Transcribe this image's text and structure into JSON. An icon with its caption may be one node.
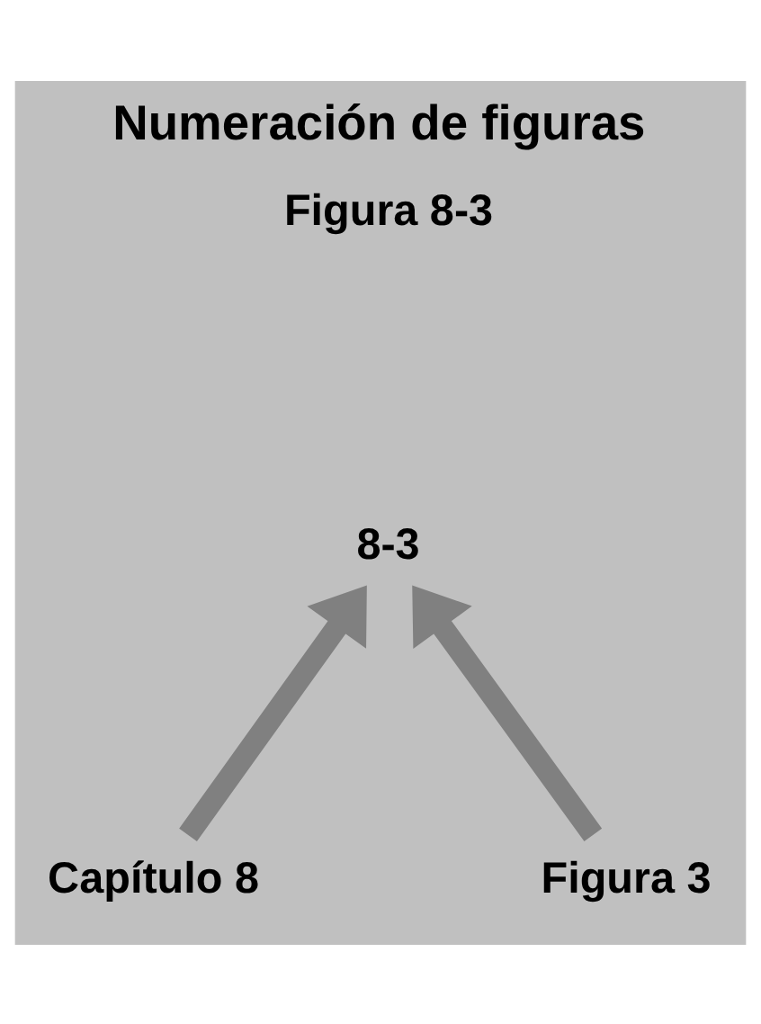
{
  "diagram": {
    "title": "Numeración de figuras",
    "nodes": [
      {
        "text": [
          "8-3"
        ]
      },
      {
        "text": [
          "Capítulo 8"
        ]
      },
      {
        "text": [
          "Figura 3"
        ]
      }
    ],
    "edges": [
      {
        "from": 1,
        "to": 0,
        "arrow": "to"
      },
      {
        "from": 2,
        "to": 0,
        "arrow": "to"
      }
    ],
    "labels": [
      "Figura 8-3"
    ]
  }
}
